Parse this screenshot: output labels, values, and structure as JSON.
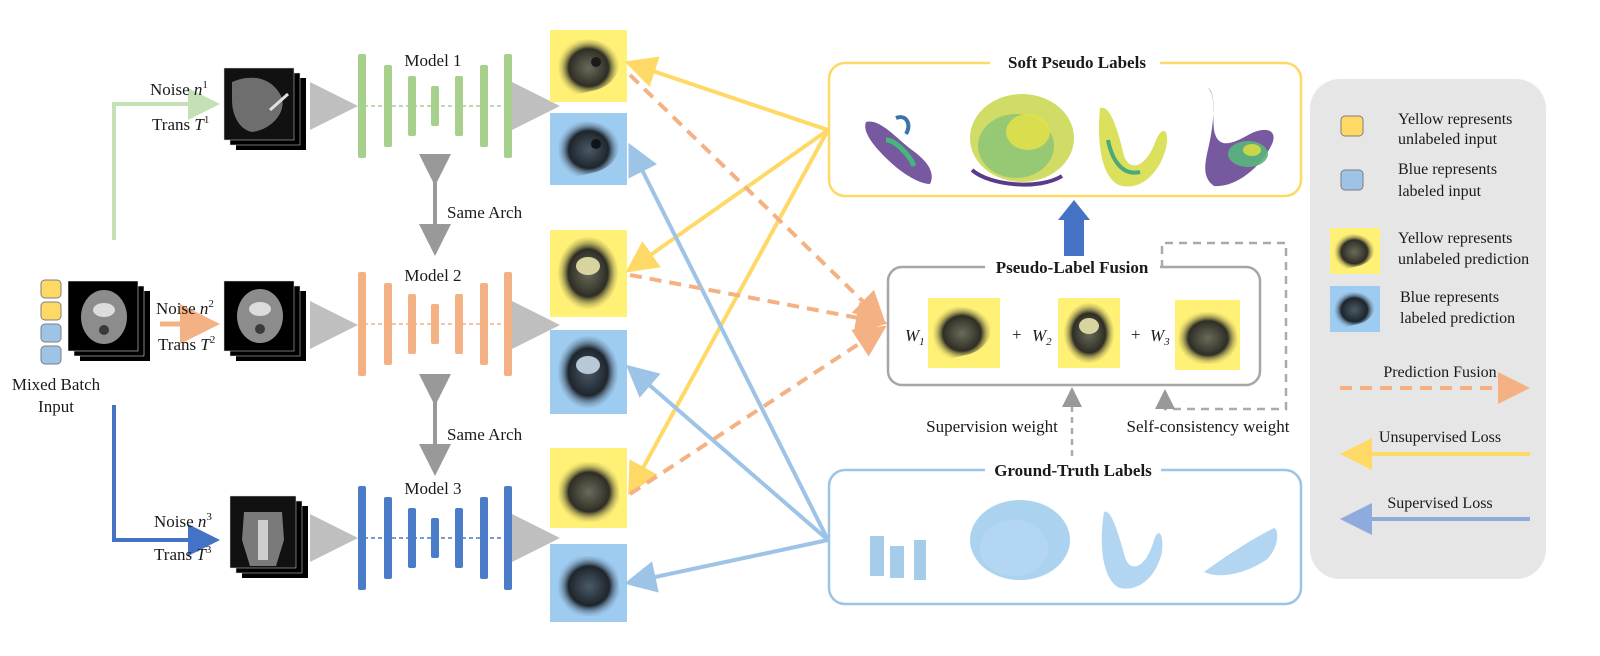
{
  "input": {
    "label_line1": "Mixed Batch",
    "label_line2": "Input"
  },
  "branches": [
    {
      "noise": "Noise",
      "noise_var": "n",
      "noise_sup": "1",
      "trans": "Trans",
      "trans_var": "T",
      "trans_sup": "1",
      "color": "#a8d08d"
    },
    {
      "noise": "Noise",
      "noise_var": "n",
      "noise_sup": "2",
      "trans": "Trans",
      "trans_var": "T",
      "trans_sup": "2",
      "color": "#f4b183"
    },
    {
      "noise": "Noise",
      "noise_var": "n",
      "noise_sup": "3",
      "trans": "Trans",
      "trans_var": "T",
      "trans_sup": "3",
      "color": "#4a7cc7"
    }
  ],
  "models": [
    {
      "name": "Model 1",
      "color": "#a8d08d"
    },
    {
      "name": "Model 2",
      "color": "#f4b183"
    },
    {
      "name": "Model 3",
      "color": "#4a7cc7"
    }
  ],
  "same_arch": [
    "Same Arch",
    "Same Arch"
  ],
  "soft_pseudo_labels": {
    "title": "Soft Pseudo Labels"
  },
  "fusion": {
    "title": "Pseudo-Label Fusion",
    "w1": "W",
    "w1_sub": "1",
    "w2": "W",
    "w2_sub": "2",
    "w3": "W",
    "w3_sub": "3",
    "plus": "+"
  },
  "supervision_weight": "Supervision weight",
  "self_consistency_weight": "Self-consistency weight",
  "ground_truth": {
    "title": "Ground-Truth Labels"
  },
  "legend": {
    "items": [
      {
        "text1": "Yellow represents",
        "text2": "unlabeled input"
      },
      {
        "text1": "Blue represents",
        "text2": "labeled input"
      },
      {
        "text1": "Yellow represents",
        "text2": "unlabeled prediction"
      },
      {
        "text1": "Blue represents",
        "text2": "labeled prediction"
      }
    ],
    "prediction_fusion": "Prediction Fusion",
    "unsupervised_loss": "Unsupervised Loss",
    "supervised_loss": "Supervised Loss"
  },
  "colors": {
    "yellow": "#fff176",
    "yellow_border": "#f5c242",
    "blue": "#9ecbf0",
    "orange_dash": "#f4b183",
    "yellow_arrow": "#ffd966",
    "blue_arrow": "#9dc3e6",
    "legend_bg": "#e6e6e6"
  }
}
